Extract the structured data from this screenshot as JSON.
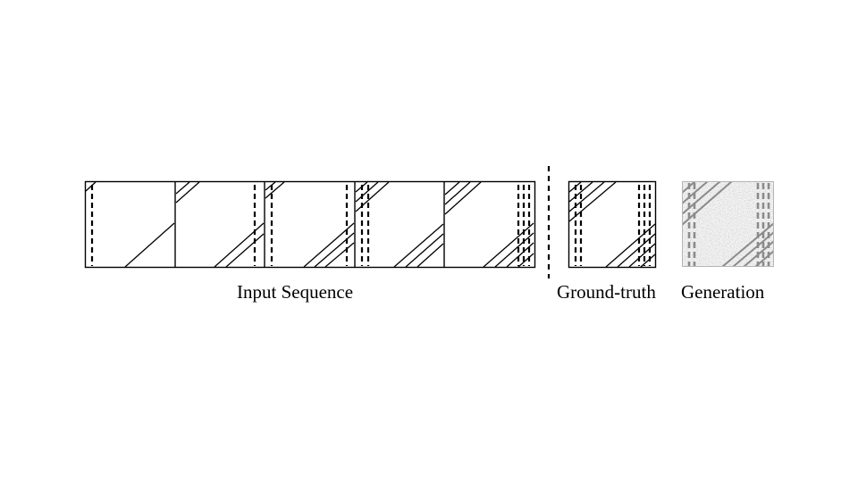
{
  "captions": {
    "input_sequence": "Input Sequence",
    "ground_truth": "Ground-truth",
    "generation": "Generation"
  },
  "diagram": {
    "input_frame_count": 5,
    "stroke_color": "#000000",
    "generation_tint": "#9a9a9a"
  }
}
